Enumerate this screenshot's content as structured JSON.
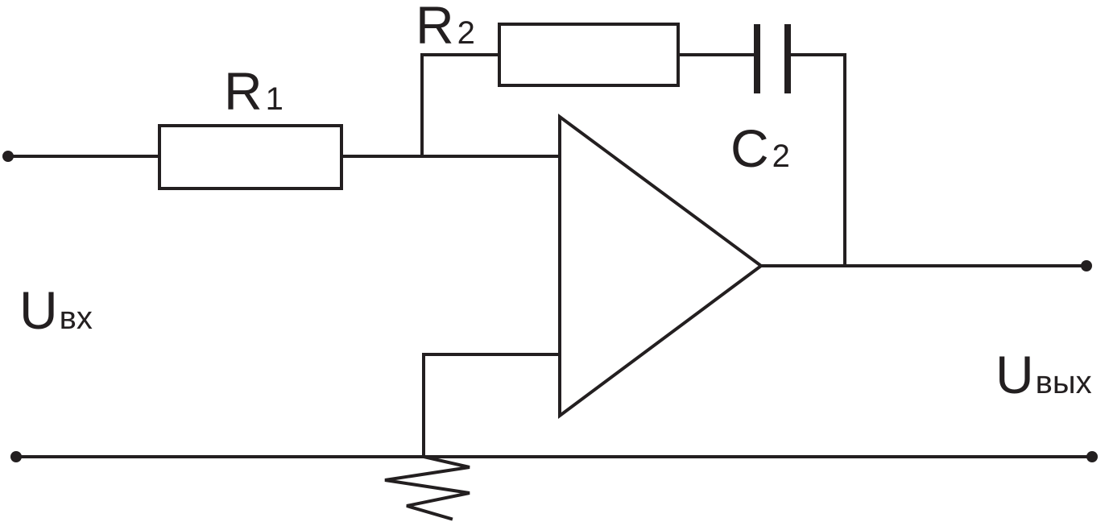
{
  "diagram": {
    "components": {
      "r1": {
        "main": "R",
        "sub": "1"
      },
      "r2": {
        "main": "R",
        "sub": "2"
      },
      "c2": {
        "main": "C",
        "sub": "2"
      }
    },
    "ports": {
      "input": {
        "main": "U",
        "sub": "вх"
      },
      "output": {
        "main": "U",
        "sub": "вых"
      }
    },
    "colors": {
      "line": "#231f20",
      "background": "#ffffff"
    }
  }
}
